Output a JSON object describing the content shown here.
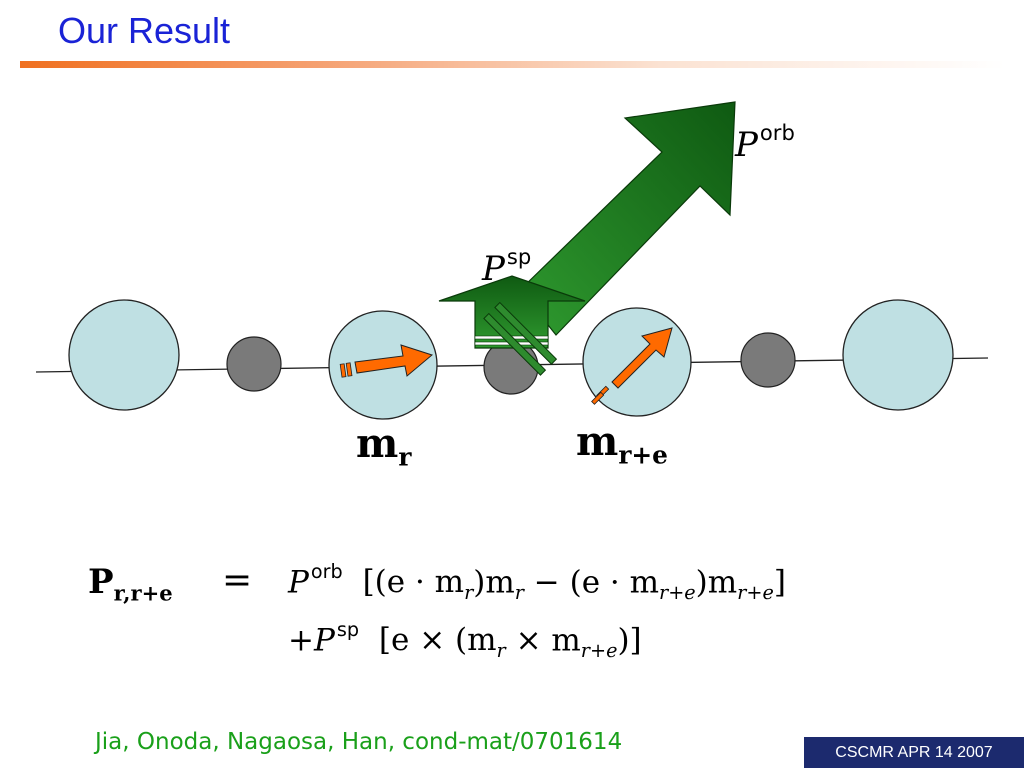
{
  "slide": {
    "title": "Our Result",
    "citation": "Jia, Onoda, Nagaosa, Han, cond-mat/0701614",
    "footer": "CSCMR APR 14 2007"
  },
  "diagram": {
    "labels": {
      "p_orb_symbol": "P",
      "p_orb_sup": "orb",
      "p_sp_symbol": "P",
      "p_sp_sup": "sp",
      "m_r_symbol": "m",
      "m_r_sub": "r",
      "m_re_symbol": "m",
      "m_re_sub": "r+e"
    },
    "colors": {
      "magnetic_site": "#bfe0e3",
      "nonmagnetic_site": "#7a7a7a",
      "spin_arrow": "#ff6a00",
      "polarization_arrow": "#2e8b2e"
    }
  },
  "equation": {
    "lhs": "P",
    "lhs_sub": "r,r+e",
    "equals": "=",
    "line1_symbol": "P",
    "line1_sup": "orb",
    "line1_body": "[(e · m",
    "line1_sub1": "r",
    "line1_part2": ")m",
    "line1_sub2": "r",
    "line1_part3": " − (e · m",
    "line1_sub3": "r+e",
    "line1_part4": ")m",
    "line1_sub4": "r+e",
    "line1_close": "]",
    "line2_prefix": "+",
    "line2_symbol": "P",
    "line2_sup": "sp",
    "line2_body": "[e × (m",
    "line2_sub1": "r",
    "line2_part2": " × m",
    "line2_sub2": "r+e",
    "line2_close": ")]"
  }
}
